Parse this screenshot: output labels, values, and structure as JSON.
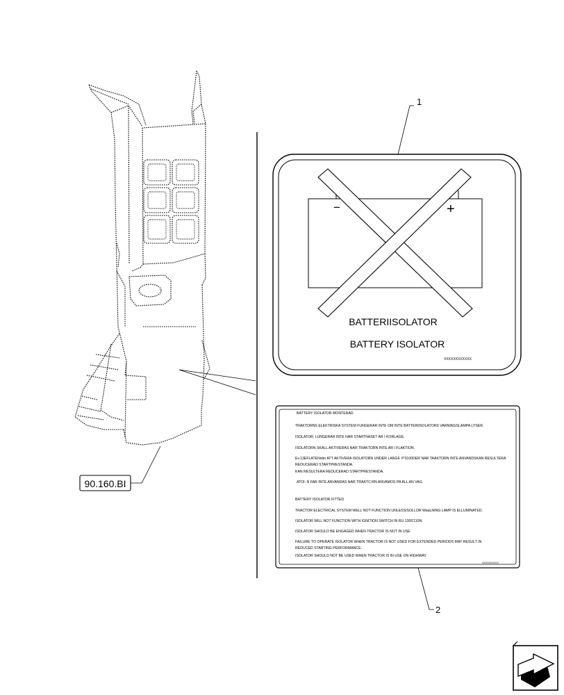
{
  "callouts": {
    "item_1": "1",
    "item_2": "2",
    "reference": "90.160.BI"
  },
  "decal_top": {
    "minus_sign": "−",
    "plus_sign": "+",
    "title_swedish": "BATTERIISOLATOR",
    "title_english": "BATTERY ISOLATOR",
    "part_code": "XXXXXXXXXXXX"
  },
  "decal_bottom": {
    "lines": [
      "BATTERY ISOLATOR MONTERAD",
      "TRAKTORNS ELEKTRISKA SYSTEM FUNGERAR INTE OM INTE BATTERIISOLATORS VARNINGSLAMPA LYSER.",
      "ISOLATOR; LUNGERAR INTE NAR STARTNASET AR I KORLAGE.",
      "ISOLATORN SKALL AKTIVERAS NAR TRAKTORN INTE AR I FLAKTION.",
      "Ev.13EFLATENsttn ATT AKTIVERA ISOLATORN UNDER LANGF. P'3100DER NAR TAAKTORN INTE ANVANDSKAN RESULTERA",
      "REDUCERAD STARTPRESTANDA.",
      "KAN RESULTERA REDUCERAD STARTPRESTANDA.",
      "ATOI: N FAR INTE ANVANDAS NAR TRAKTC:RN ANVAMOS PA ALL AN VAG.",
      "BATTERY ISOLATOR FITTED",
      "TRACTOR ELECTRICAL SYSTEM WELL NOT FUNCTION UNLESSISOLLOR WaaLNING LAMP IS ELLUMINATED.",
      "ISOLATOR WILL NOT FUNCTION WITH IGNITION SWITCH IN RU 1305'110N.",
      "ISOLATOR SHOULD BE ENGAGED WHEN TRACTOR IS NOT IN USE",
      "FAILURE TO OPERATE ISOLATOR WHEN TRACTOR IS NOT USED FOR EXTENDED PERIODS MAY RESULT IN",
      "REDUCED STARTING PERFORMANCE.",
      "ISOLATOR SHOULD NOT BE USED WHEN TRACTOR IS IN USE ON HIGHWAY."
    ],
    "part_code": "XXXXXXXXXX"
  },
  "nav": {
    "icon": "next-page-arrow-icon"
  }
}
